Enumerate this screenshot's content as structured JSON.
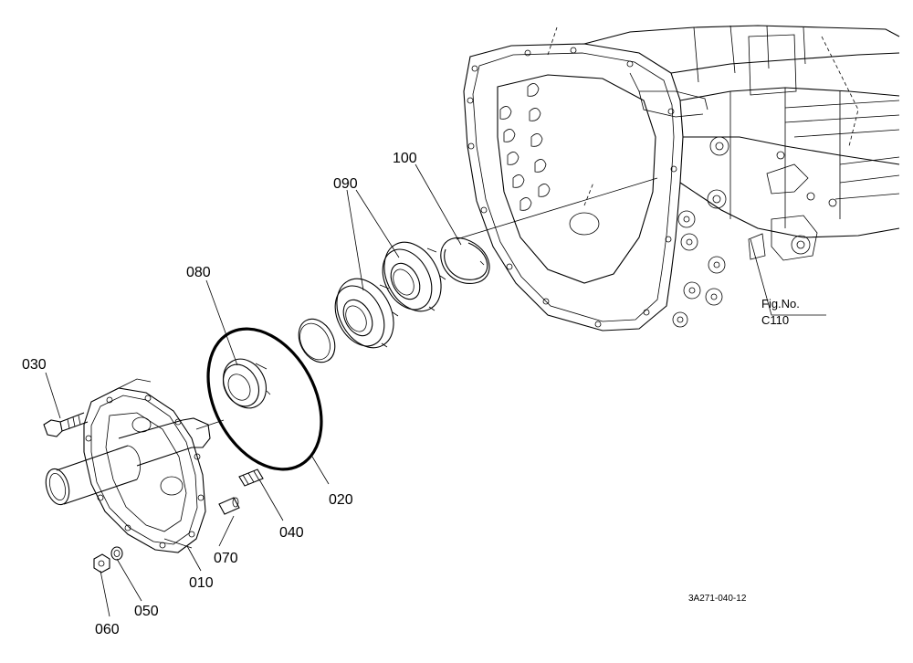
{
  "callouts": {
    "p010": "010",
    "p020": "020",
    "p030": "030",
    "p040": "040",
    "p050": "050",
    "p060": "060",
    "p070": "070",
    "p080": "080",
    "p090": "090",
    "p100": "100"
  },
  "figure_reference": {
    "line1": "Fig.No.",
    "line2": "C110"
  },
  "drawing_code": "3A271-040-12"
}
